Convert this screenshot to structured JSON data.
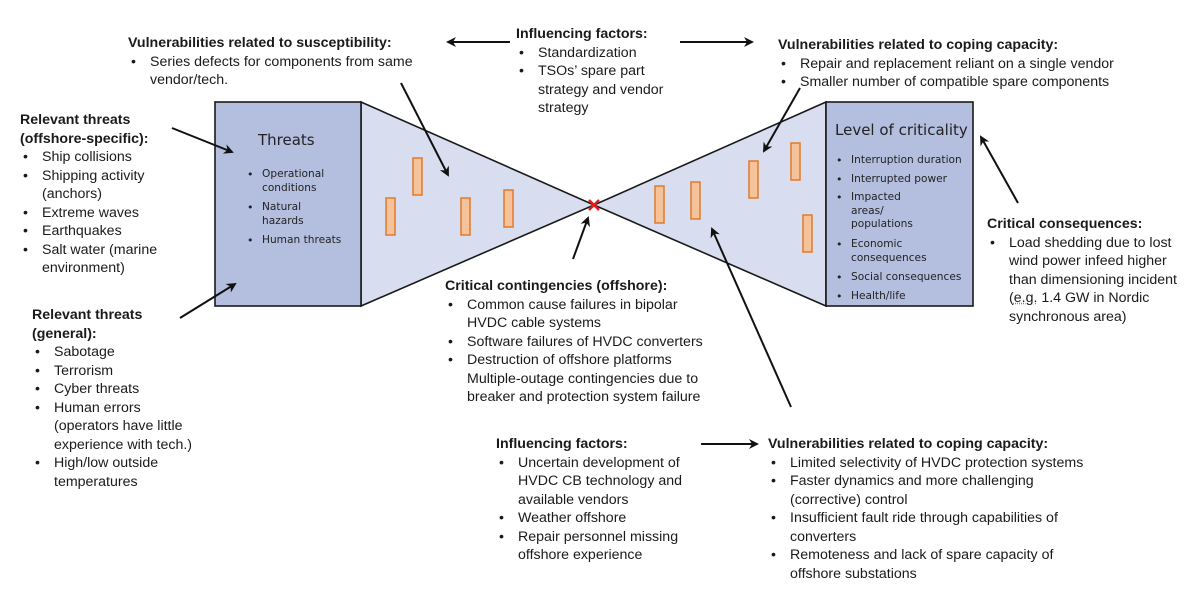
{
  "colors": {
    "box_fill": "#b4bfe0",
    "cone_fill": "#d8def0",
    "outline": "#1a1a1a",
    "bar_fill": "#f6c29a",
    "bar_stroke": "#e07a2a",
    "event_mark": "#e8191b",
    "arrow": "#111111"
  },
  "threats_box": {
    "title": "Threats",
    "items": [
      "Operational conditions",
      "Natural hazards",
      "Human threats"
    ]
  },
  "criticality_box": {
    "title": "Level of criticality",
    "items": [
      "Interruption duration",
      "Interrupted power",
      "Impacted areas/ populations",
      "Economic consequences",
      "Social consequences",
      "Health/life"
    ]
  },
  "center_event": {
    "icon": "red-x-icon",
    "symbol": "✕"
  },
  "susceptibility": {
    "title": "Vulnerabilities related to susceptibility:",
    "items": [
      "Series defects for components from same vendor/tech."
    ]
  },
  "influencing_top": {
    "title": "Influencing factors:",
    "items": [
      "Standardization",
      "TSOs’ spare part strategy and vendor strategy"
    ]
  },
  "coping_top": {
    "title": "Vulnerabilities related to coping capacity:",
    "items": [
      "Repair and replacement reliant on a single vendor",
      "Smaller number of compatible spare components"
    ]
  },
  "threats_offshore": {
    "title": "Relevant threats (offshore-specific):",
    "title_lines": [
      "Relevant threats",
      "(offshore-specific):"
    ],
    "items": [
      "Ship collisions",
      "Shipping activity (anchors)",
      "Extreme waves",
      "Earthquakes",
      "Salt water (marine environment)"
    ]
  },
  "threats_general": {
    "title_lines": [
      "Relevant threats",
      "(general):"
    ],
    "items": [
      "Sabotage",
      "Terrorism",
      "Cyber threats",
      "Human errors (operators have little experience with tech.)",
      "High/low outside temperatures"
    ]
  },
  "contingencies": {
    "title": "Critical contingencies (offshore):",
    "items": [
      "Common cause failures in bipolar HVDC cable systems",
      "Software failures of HVDC converters",
      "Destruction of offshore platforms"
    ],
    "continuation": "Multiple-outage contingencies due to breaker and protection system failure"
  },
  "consequences": {
    "title": "Critical consequences:",
    "item_prefix": "Load shedding due to lost wind power infeed higher than dimensioning incident (",
    "item_abbrev": "e.g.",
    "item_suffix": " 1.4 GW in Nordic synchronous area)"
  },
  "influencing_bottom": {
    "title": "Influencing factors:",
    "items": [
      "Uncertain development of HVDC CB technology and available vendors",
      "Weather offshore",
      "Repair personnel missing offshore experience"
    ]
  },
  "coping_bottom": {
    "title": "Vulnerabilities related to coping capacity:",
    "items": [
      "Limited selectivity of HVDC protection systems",
      "Faster dynamics and more challenging (corrective) control",
      "Insufficient fault ride through capabilities of converters",
      "Remoteness and lack of spare capacity of offshore substations"
    ]
  }
}
